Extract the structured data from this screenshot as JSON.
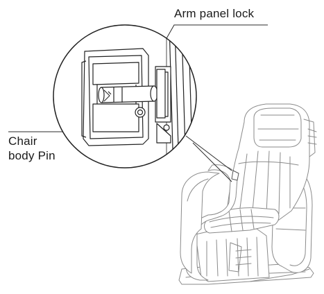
{
  "diagram": {
    "callouts": {
      "arm_panel_lock": "Arm panel lock",
      "chair_body_pin_line1": "Chair",
      "chair_body_pin_line2": "body Pin"
    }
  }
}
